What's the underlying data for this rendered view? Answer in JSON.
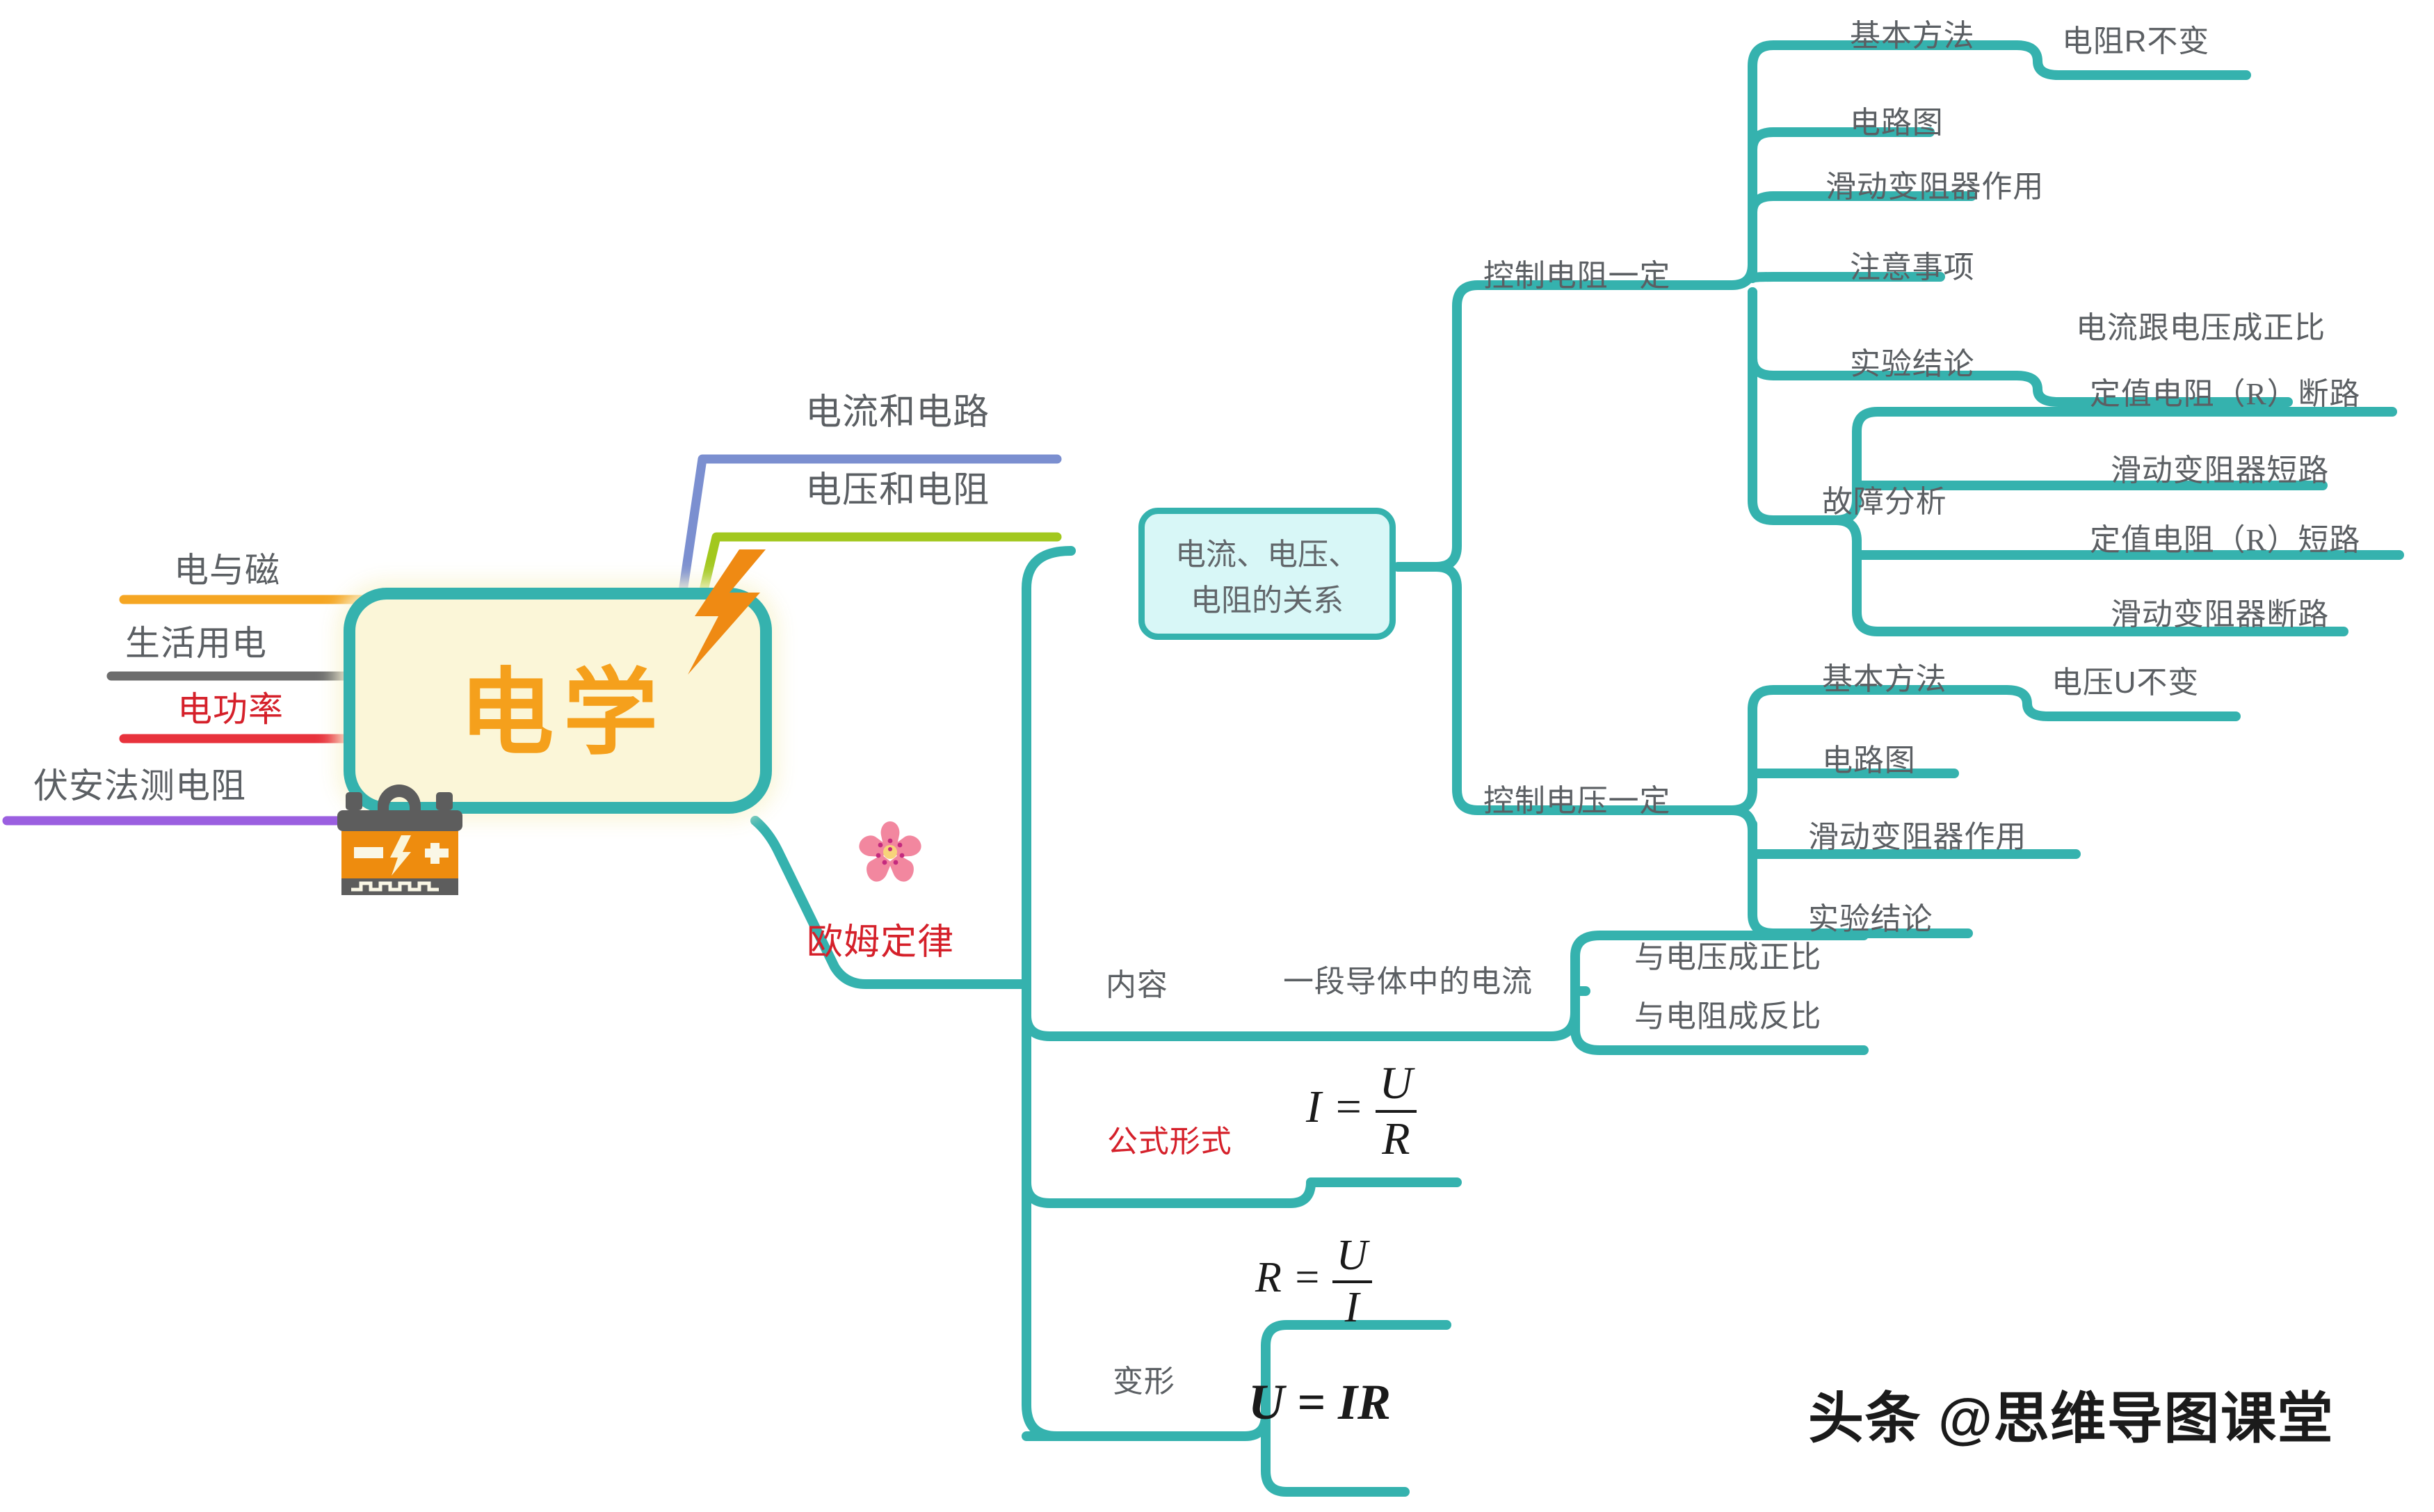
{
  "colors": {
    "teal": "#35b2ae",
    "teal_light": "#d8f7f7",
    "cream": "#fbf6d8",
    "orange": "#f5a01c",
    "red": "#d5202a",
    "gray_text": "#5b5f63",
    "blue_branch": "#7b8fd0",
    "green_branch": "#a2c81e",
    "orange_branch": "#f5a623",
    "gray_branch": "#6d6d6d",
    "red_branch": "#e8323c",
    "purple_branch": "#9b5fe0"
  },
  "central": {
    "title": "电学",
    "icons": {
      "lightning": "lightning-bolt-icon",
      "battery": "battery-icon"
    }
  },
  "left_branches": [
    {
      "label": "电与磁",
      "color": "#f5a623"
    },
    {
      "label": "生活用电",
      "color": "#6d6d6d"
    },
    {
      "label": "电功率",
      "color": "#e8323c",
      "text_color": "#d5202a"
    },
    {
      "label": "伏安法测电阻",
      "color": "#9b5fe0"
    }
  ],
  "top_branches": [
    {
      "label": "电流和电路",
      "color": "#7b8fd0"
    },
    {
      "label": "电压和电阻",
      "color": "#a2c81e"
    }
  ],
  "ohms_law": {
    "label": "欧姆定律",
    "icon": "cherry-blossom-icon",
    "children": [
      {
        "label": "内容",
        "children": [
          {
            "label": "一段导体中的电流",
            "children": [
              {
                "label": "与电压成正比"
              },
              {
                "label": "与电阻成反比"
              }
            ]
          }
        ]
      },
      {
        "label": "公式形式",
        "formulas": [
          {
            "lhs": "I",
            "num": "U",
            "den": "R"
          }
        ]
      },
      {
        "label": "变形",
        "formulas": [
          {
            "lhs": "R",
            "num": "U",
            "den": "I"
          },
          {
            "plain": "U = IR"
          }
        ]
      }
    ]
  },
  "relation": {
    "label": "电流、电压、\n电阻的关系",
    "groups": [
      {
        "label": "控制电阻一定",
        "items": [
          {
            "label": "基本方法",
            "children": [
              {
                "label": "电阻R不变"
              }
            ]
          },
          {
            "label": "电路图",
            "children": []
          },
          {
            "label": "滑动变阻器作用",
            "children": []
          },
          {
            "label": "注意事项",
            "children": []
          },
          {
            "label": "实验结论",
            "children": [
              {
                "label": "电流跟电压成正比"
              }
            ]
          },
          {
            "label": "故障分析",
            "children": [
              {
                "label": "定值电阻（R）断路"
              },
              {
                "label": "滑动变阻器短路"
              },
              {
                "label": "定值电阻（R）短路"
              },
              {
                "label": "滑动变阻器断路"
              }
            ]
          }
        ]
      },
      {
        "label": "控制电压一定",
        "items": [
          {
            "label": "基本方法",
            "children": [
              {
                "label": "电压U不变"
              }
            ]
          },
          {
            "label": "电路图",
            "children": []
          },
          {
            "label": "滑动变阻器作用",
            "children": []
          },
          {
            "label": "实验结论",
            "children": []
          }
        ]
      }
    ]
  },
  "watermark": "头条 @思维导图课堂"
}
